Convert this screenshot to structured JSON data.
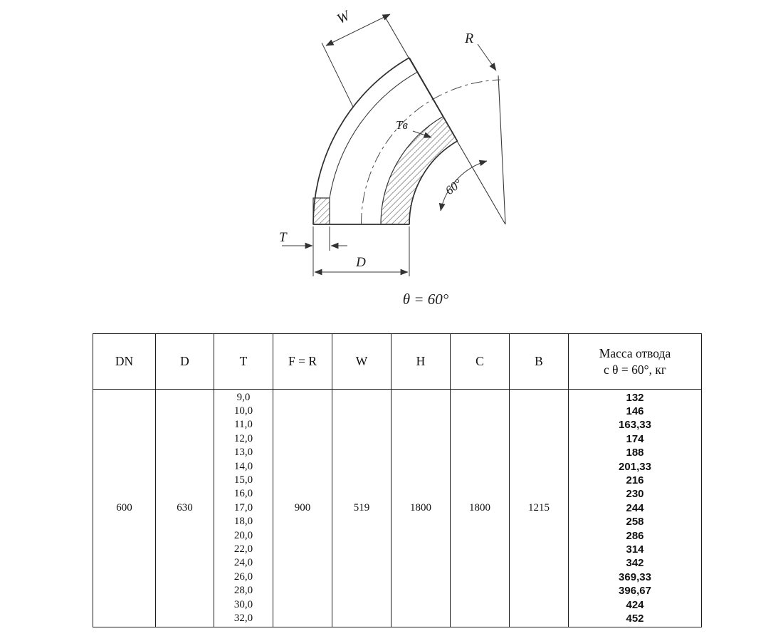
{
  "diagram": {
    "caption": "θ = 60°",
    "labels": {
      "width": "W",
      "radius": "R",
      "inner_wall": "Tв",
      "angle": "60°",
      "wall": "T",
      "diameter": "D"
    }
  },
  "table": {
    "headers": [
      "DN",
      "D",
      "T",
      "F = R",
      "W",
      "H",
      "C",
      "B",
      [
        "Масса отвода",
        "с θ = 60°, кг"
      ]
    ],
    "row": {
      "dn": "600",
      "d": "630",
      "t_values": [
        "9,0",
        "10,0",
        "11,0",
        "12,0",
        "13,0",
        "14,0",
        "15,0",
        "16,0",
        "17,0",
        "18,0",
        "20,0",
        "22,0",
        "24,0",
        "26,0",
        "28,0",
        "30,0",
        "32,0"
      ],
      "f_r": "900",
      "w": "519",
      "h": "1800",
      "c": "1800",
      "b": "1215",
      "mass_values": [
        "132",
        "146",
        "163,33",
        "174",
        "188",
        "201,33",
        "216",
        "230",
        "244",
        "258",
        "286",
        "314",
        "342",
        "369,33",
        "396,67",
        "424",
        "452"
      ]
    }
  }
}
